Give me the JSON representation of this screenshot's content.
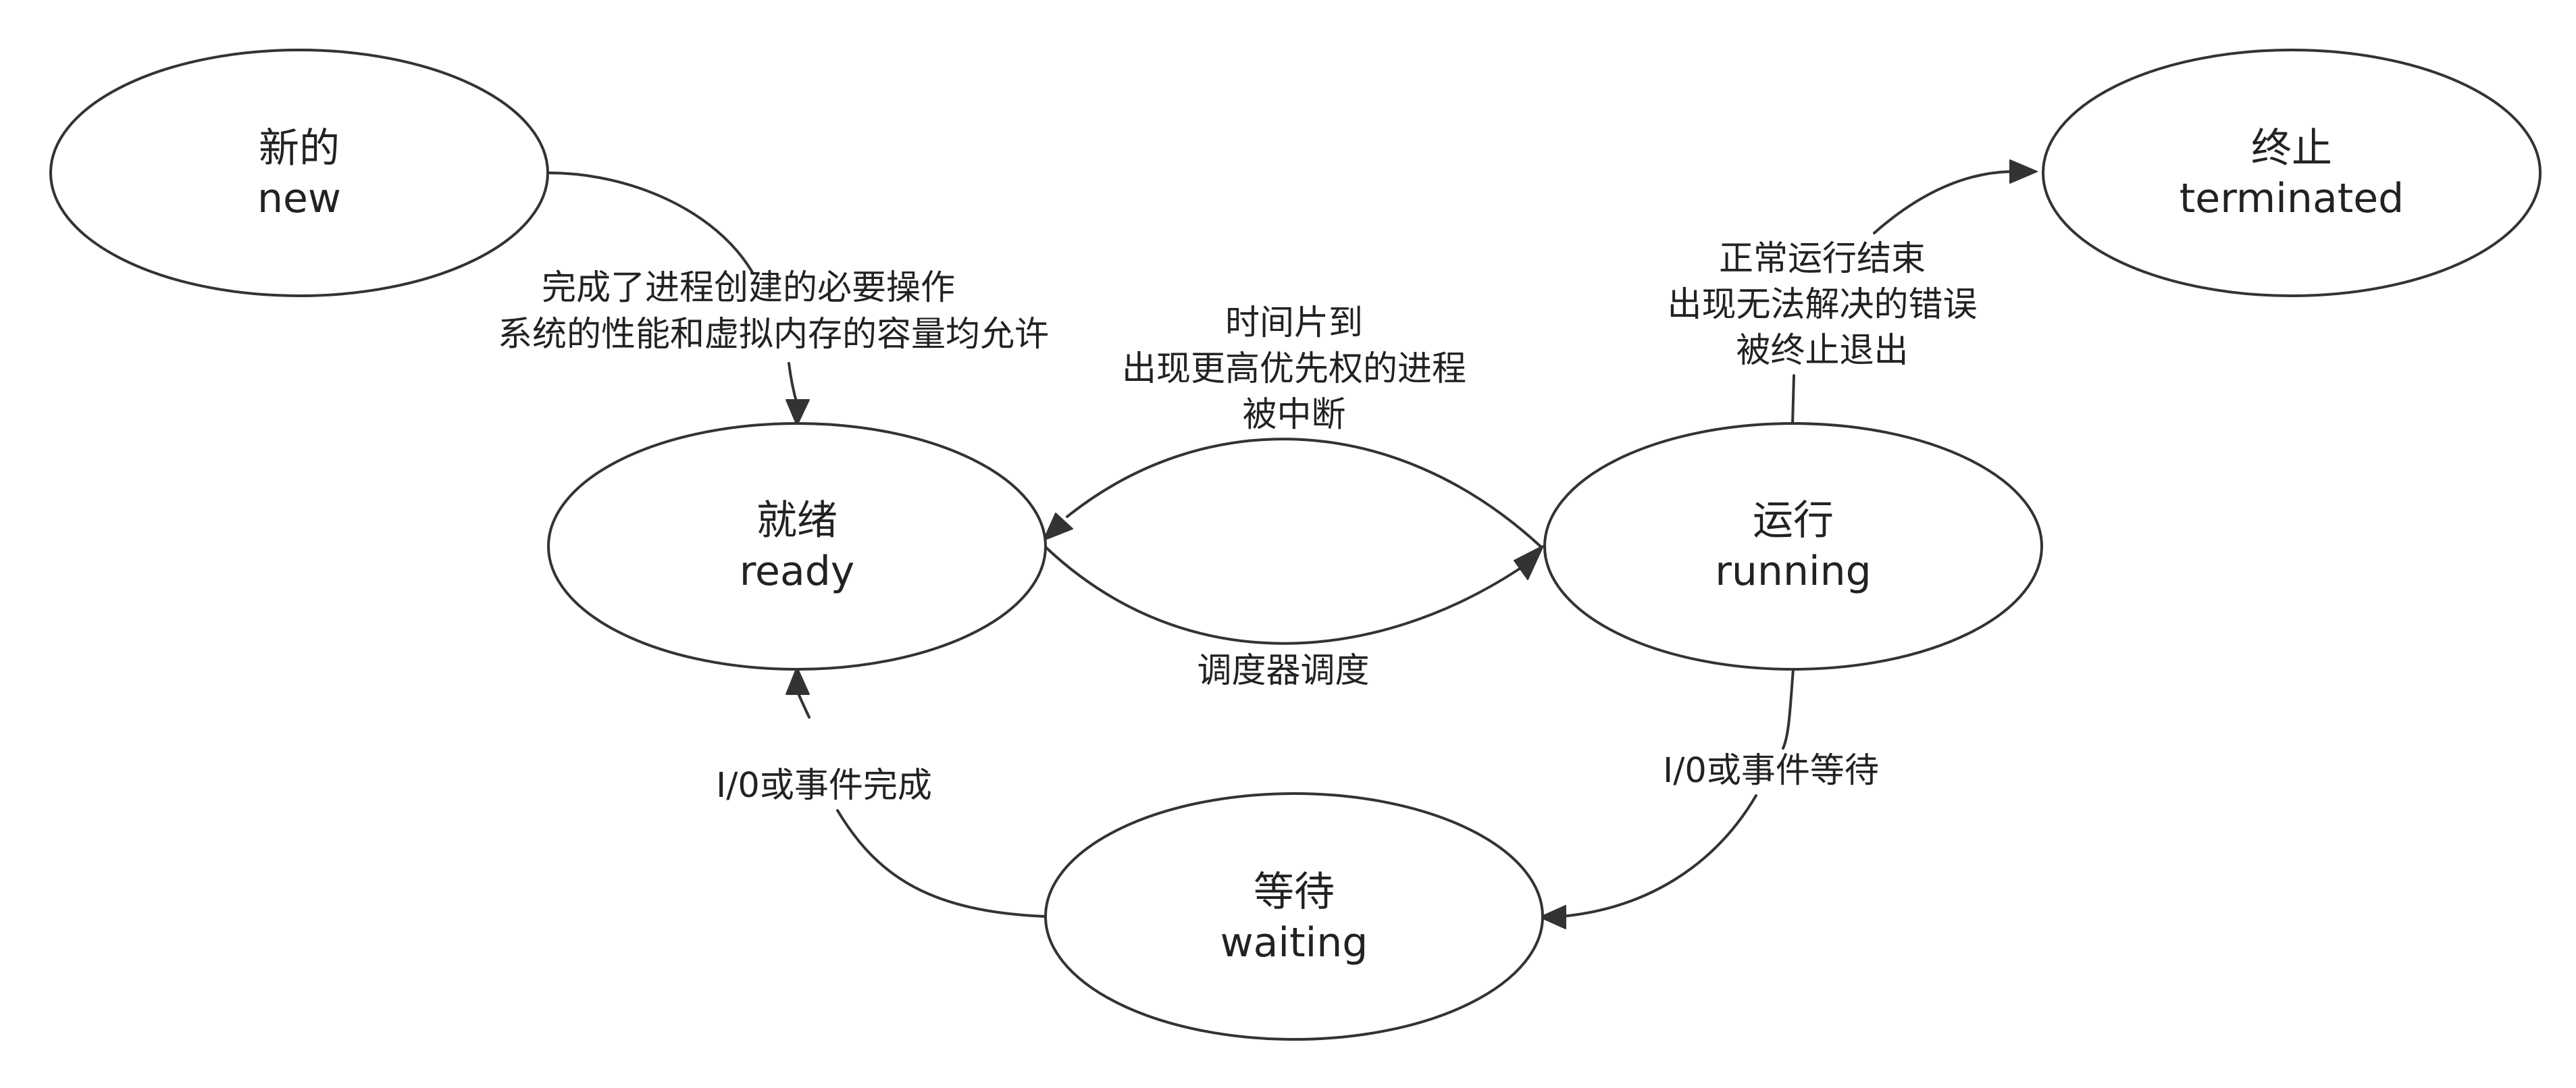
{
  "states": {
    "new": {
      "line1": "新的",
      "line2": "new"
    },
    "ready": {
      "line1": "就绪",
      "line2": "ready"
    },
    "running": {
      "line1": "运行",
      "line2": "running"
    },
    "waiting": {
      "line1": "等待",
      "line2": "waiting"
    },
    "terminated": {
      "line1": "终止",
      "line2": "terminated"
    }
  },
  "transitions": {
    "new_to_ready": {
      "line1": "完成了进程创建的必要操作",
      "line2": "系统的性能和虚拟内存的容量均允许"
    },
    "running_to_ready": {
      "line1": "时间片到",
      "line2": "出现更高优先权的进程",
      "line3": "被中断"
    },
    "ready_to_running": {
      "line1": "调度器调度"
    },
    "running_to_terminated": {
      "line1": "正常运行结束",
      "line2": "出现无法解决的错误",
      "line3": "被终止退出"
    },
    "waiting_to_ready": {
      "line1": "I/0或事件完成"
    },
    "running_to_waiting": {
      "line1": "I/0或事件等待"
    }
  },
  "colors": {
    "stroke": "#333333",
    "text": "#222222",
    "background": "#ffffff"
  }
}
